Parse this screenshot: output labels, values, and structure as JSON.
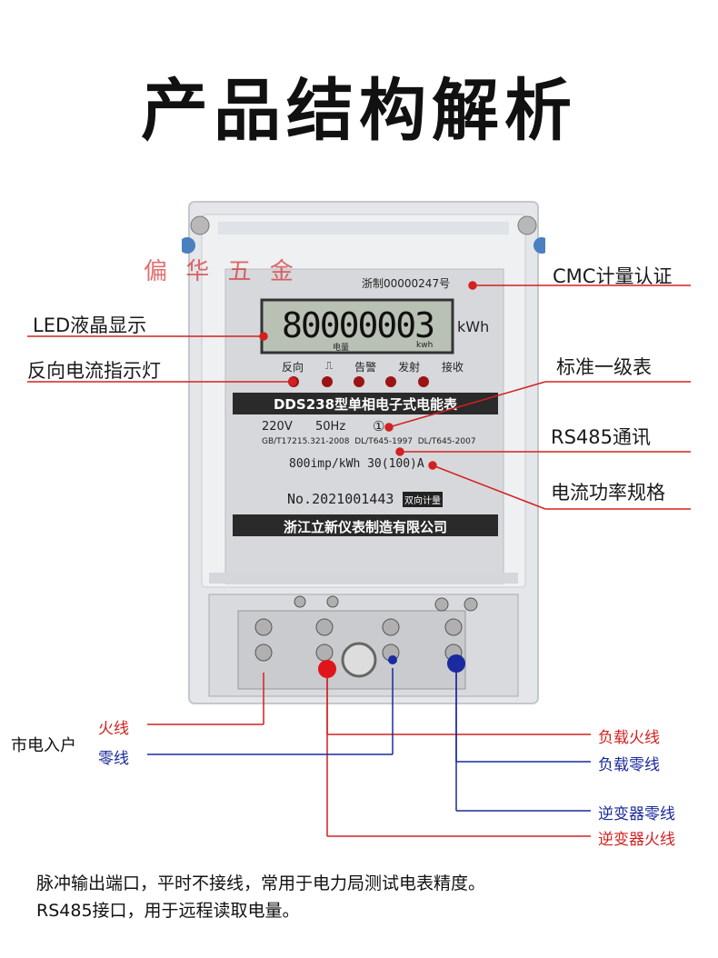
{
  "title": "产品结构解析",
  "watermark": "偏 华 五 金",
  "meter": {
    "cert": "浙制00000247号",
    "display": "80000003",
    "unit": "kWh",
    "display_sub_left": "电量",
    "display_sub_right": "kwh",
    "indicators": [
      "反向",
      "⎍",
      "告警",
      "发射",
      "接收"
    ],
    "model": "DDS238型单相电子式电能表",
    "spec_voltage": "220V",
    "spec_freq": "50Hz",
    "spec_class": "①",
    "standards": "GB/T17215.321-2008  DL/T645-1997  DL/T645-2007",
    "rating": "800imp/kWh 30(100)A",
    "serial": "No.2021001443",
    "serial_tag": "双向计量",
    "maker": "浙江立新仪表制造有限公司"
  },
  "callouts": {
    "cmc": "CMC计量认证",
    "led": "LED液晶显示",
    "reverse": "反向电流指示灯",
    "class1": "标准一级表",
    "rs485": "RS485通讯",
    "current": "电流功率规格"
  },
  "wiring": {
    "mains_in": "市电入户",
    "live": "火线",
    "neutral": "零线",
    "load_live": "负载火线",
    "load_neutral": "负载零线",
    "inverter_neutral": "逆变器零线",
    "inverter_live": "逆变器火线"
  },
  "notes": [
    "脉冲输出端口，平时不接线，常用于电力局测试电表精度。",
    "RS485接口，用于远程读取电量。"
  ],
  "colors": {
    "live": "#d42020",
    "neutral": "#1a2a9a",
    "callout_line": "#d42020"
  }
}
